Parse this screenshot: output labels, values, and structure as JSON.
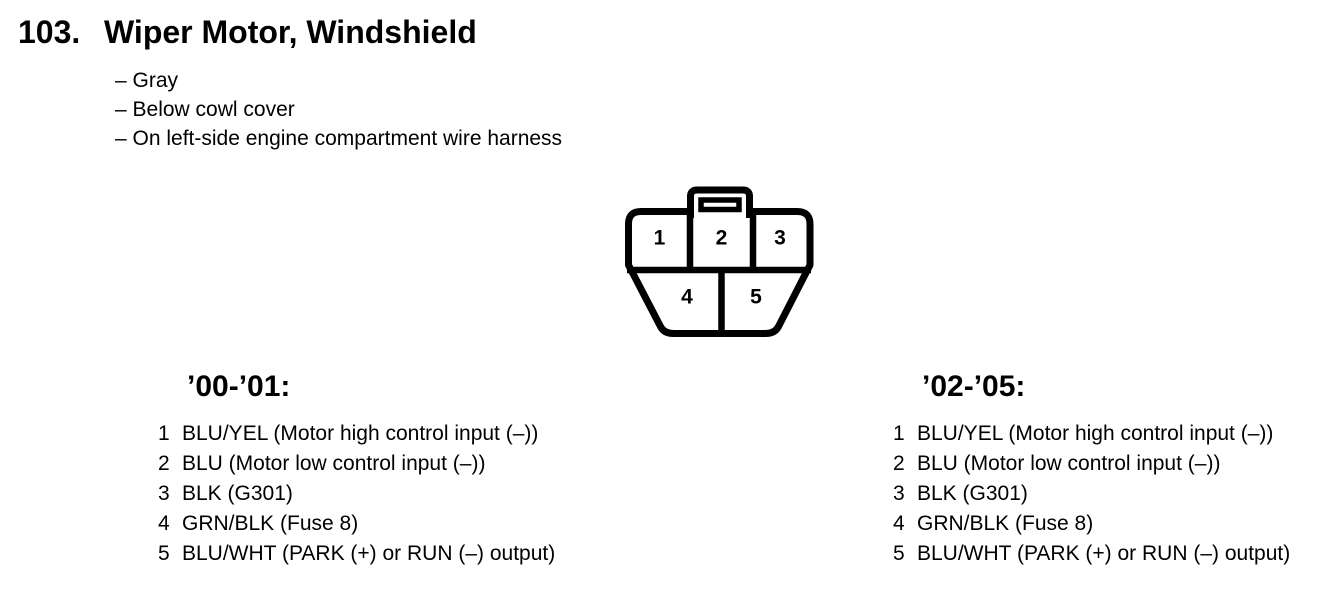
{
  "page": {
    "background": "#ffffff",
    "text_color": "#000000"
  },
  "header": {
    "number": "103.",
    "title": "Wiper Motor, Windshield",
    "notes": [
      "– Gray",
      "– Below cowl cover",
      "– On left-side engine compartment wire harness"
    ]
  },
  "connector": {
    "description": "5-pin connector face view, two rows, lock tab on top",
    "outline_color": "#000000",
    "fill_color": "#ffffff",
    "pins": [
      "1",
      "2",
      "3",
      "4",
      "5"
    ]
  },
  "columns": [
    {
      "heading": "’00-’01:",
      "pins": [
        {
          "num": "1",
          "desc": "BLU/YEL (Motor high control input (–))"
        },
        {
          "num": "2",
          "desc": "BLU (Motor low control input (–))"
        },
        {
          "num": "3",
          "desc": "BLK (G301)"
        },
        {
          "num": "4",
          "desc": "GRN/BLK (Fuse 8)"
        },
        {
          "num": "5",
          "desc": "BLU/WHT (PARK (+) or RUN (–) output)"
        }
      ]
    },
    {
      "heading": "’02-’05:",
      "pins": [
        {
          "num": "1",
          "desc": "BLU/YEL (Motor high control input (–))"
        },
        {
          "num": "2",
          "desc": "BLU (Motor low control input (–))"
        },
        {
          "num": "3",
          "desc": "BLK (G301)"
        },
        {
          "num": "4",
          "desc": "GRN/BLK (Fuse 8)"
        },
        {
          "num": "5",
          "desc": "BLU/WHT (PARK (+) or RUN (–) output)"
        }
      ]
    }
  ]
}
